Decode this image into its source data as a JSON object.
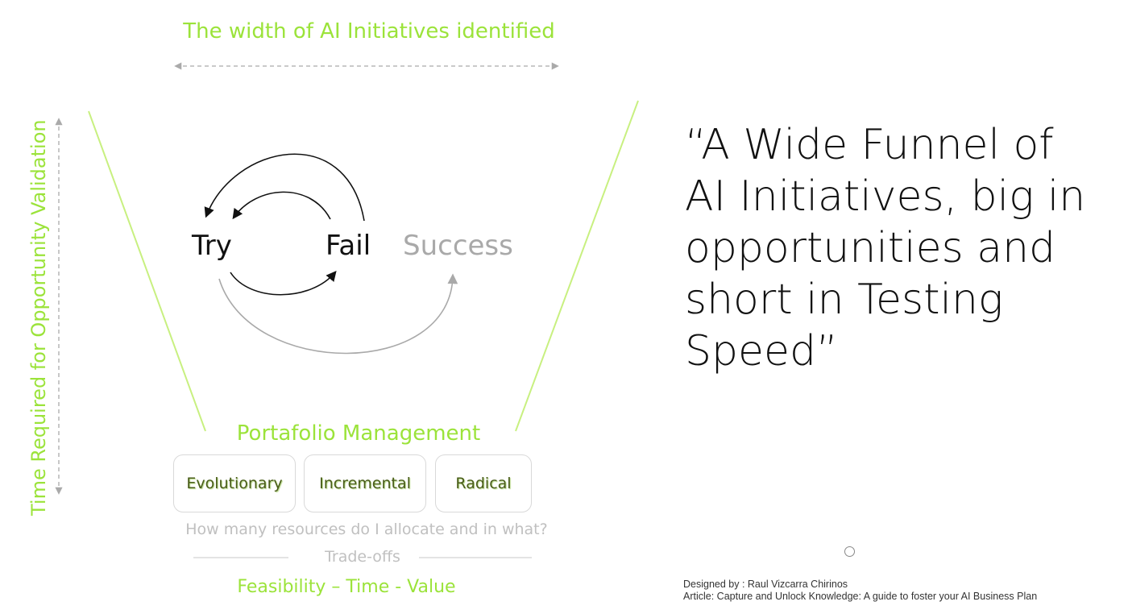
{
  "funnel": {
    "width_label": "The width of AI Initiatives identified",
    "time_label": "Time Required for Opportunity Validation"
  },
  "cycle": {
    "try": "Try",
    "fail": "Fail",
    "success": "Success"
  },
  "portfolio": {
    "title": "Portafolio Management",
    "categories": [
      "Evolutionary",
      "Incremental",
      "Radical"
    ],
    "question": "How many resources do I allocate and in what?",
    "tradeoffs": "Trade-offs",
    "criteria": "Feasibility – Time - Value"
  },
  "quote": {
    "lines": [
      "“A Wide Funnel of",
      "AI Initiatives, big in",
      "opportunities and",
      "short in Testing",
      "Speed”"
    ]
  },
  "credits": {
    "designed_by": "Designed by  : Raul Vizcarra Chirinos",
    "article": "Article: Capture and Unlock Knowledge: A guide to foster your AI Business Plan"
  },
  "colors": {
    "accent_green": "#9be33a",
    "muted_gray": "#a9a9a9",
    "text_dark": "#111111"
  }
}
